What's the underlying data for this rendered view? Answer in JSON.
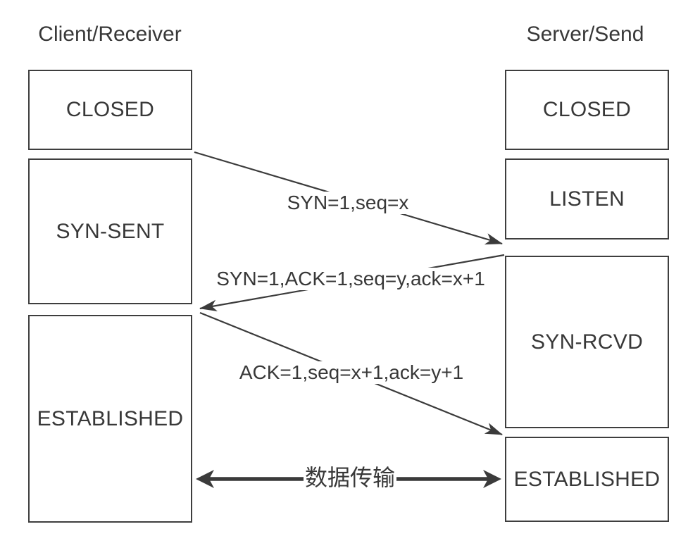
{
  "header": {
    "client": "Client/Receiver",
    "server": "Server/Send"
  },
  "client_states": {
    "closed": "CLOSED",
    "syn_sent": "SYN-SENT",
    "established": "ESTABLISHED"
  },
  "server_states": {
    "closed": "CLOSED",
    "listen": "LISTEN",
    "syn_rcvd": "SYN-RCVD",
    "established": "ESTABLISHED"
  },
  "messages": {
    "syn": "SYN=1,seq=x",
    "syn_ack": "SYN=1,ACK=1,seq=y,ack=x+1",
    "ack": "ACK=1,seq=x+1,ack=y+1",
    "data_transfer": "数据传输"
  },
  "colors": {
    "line": "#3b3b3b",
    "text": "#383838",
    "box_border": "#3e3e3e",
    "background": "#ffffff"
  }
}
